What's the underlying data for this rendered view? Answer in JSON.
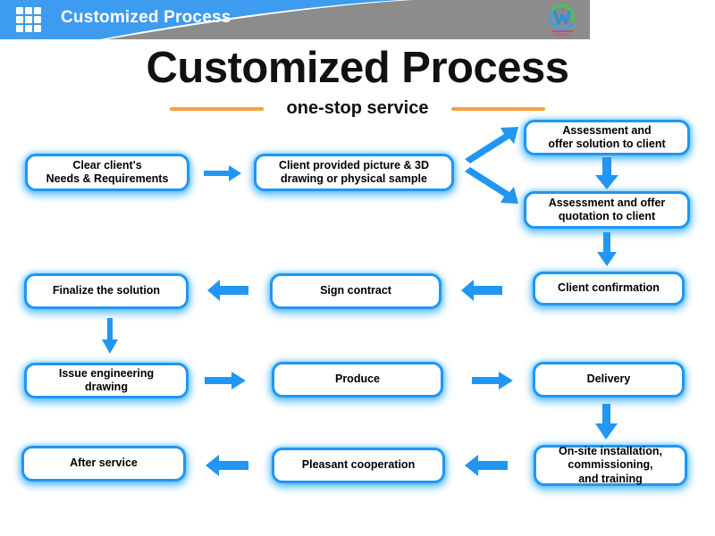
{
  "header": {
    "title": "Customized Process",
    "grid_icon": "grid-3x3-icon",
    "logo_icon": "company-logo-icon",
    "bar_color": "#3d9bf0",
    "panel_color": "#8c8c8c"
  },
  "title_block": {
    "title": "Customized Process",
    "subtitle": "one-stop service",
    "rule_color": "#f3a33c"
  },
  "flow": {
    "accent_color": "#2196f3",
    "boxes": [
      {
        "id": "clear-client-needs",
        "text": "Clear client's\nNeeds & Requirements"
      },
      {
        "id": "client-provided-picture",
        "text": "Client provided picture & 3D\ndrawing or physical sample"
      },
      {
        "id": "assessment-solution",
        "text": "Assessment and\noffer solution to client"
      },
      {
        "id": "assessment-quotation",
        "text": "Assessment and offer\nquotation to client"
      },
      {
        "id": "client-confirmation",
        "text": "Client confirmation"
      },
      {
        "id": "sign-contract",
        "text": "Sign contract"
      },
      {
        "id": "finalize-the-solution",
        "text": "Finalize the solution"
      },
      {
        "id": "issue-engineering-drawing",
        "text": "Issue engineering\ndrawing"
      },
      {
        "id": "produce",
        "text": "Produce"
      },
      {
        "id": "delivery",
        "text": "Delivery"
      },
      {
        "id": "onsite-installation",
        "text": "On-site installation,\ncommissioning,\nand training"
      },
      {
        "id": "pleasant-cooperation",
        "text": "Pleasant cooperation"
      },
      {
        "id": "after-service",
        "text": "After service"
      }
    ],
    "arrows": [
      {
        "id": "arrow-needs-to-picture",
        "direction": "right"
      },
      {
        "id": "arrow-picture-to-solution",
        "direction": "up-right"
      },
      {
        "id": "arrow-picture-to-quotation",
        "direction": "down-right"
      },
      {
        "id": "arrow-solution-to-quotation",
        "direction": "down"
      },
      {
        "id": "arrow-quotation-to-confirmation",
        "direction": "down"
      },
      {
        "id": "arrow-confirmation-to-contract",
        "direction": "left"
      },
      {
        "id": "arrow-contract-to-finalize",
        "direction": "left"
      },
      {
        "id": "arrow-finalize-to-drawing",
        "direction": "down"
      },
      {
        "id": "arrow-drawing-to-produce",
        "direction": "right"
      },
      {
        "id": "arrow-produce-to-delivery",
        "direction": "right"
      },
      {
        "id": "arrow-delivery-to-onsite",
        "direction": "down"
      },
      {
        "id": "arrow-onsite-to-cooperation",
        "direction": "left"
      },
      {
        "id": "arrow-cooperation-to-after",
        "direction": "left"
      }
    ]
  }
}
